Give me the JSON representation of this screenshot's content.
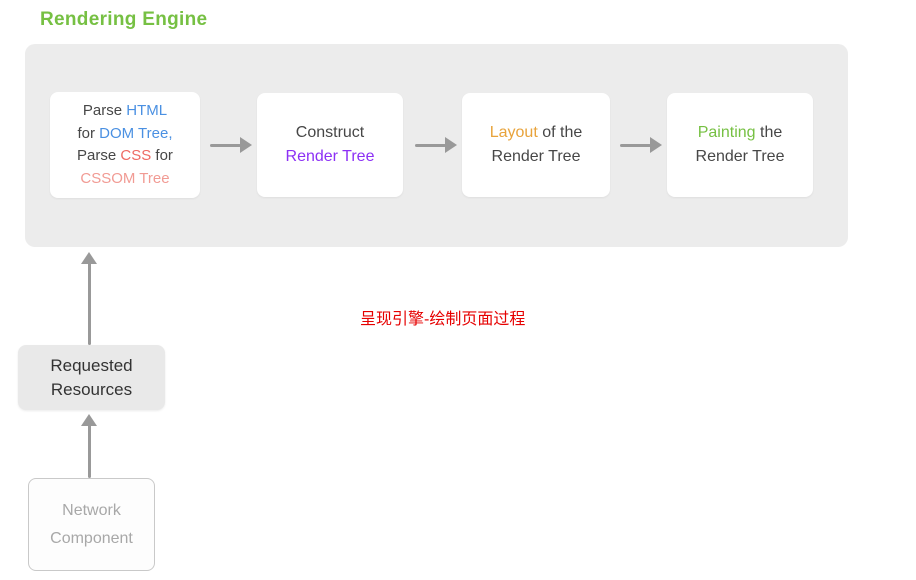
{
  "title": "Rendering Engine",
  "annotation": "呈现引擎-绘制页面过程",
  "colors": {
    "green": "#76c043",
    "blue": "#4a90e2",
    "red": "#ee6a63",
    "salmon": "#f19b94",
    "purple": "#8c30f5",
    "orange": "#e8a33b",
    "dark": "#474747",
    "gray": "#999999",
    "annotation": "#e60000",
    "container": "#ececec",
    "nodefill": "#e9e9e9",
    "mutedtext": "#a8a8a8"
  },
  "pipeline": {
    "step1": {
      "l1a": "Parse ",
      "l1b": "HTML",
      "l2a": "for ",
      "l2b": "DOM Tree,",
      "l3a": "Parse ",
      "l3b": "CSS",
      "l3c": " for",
      "l4": "CSSOM Tree"
    },
    "step2": {
      "l1": "Construct",
      "l2": "Render Tree"
    },
    "step3": {
      "l1a": "Layout",
      "l1b": " of the",
      "l2": "Render Tree"
    },
    "step4": {
      "l1a": "Painting",
      "l1b": " the",
      "l2": "Render Tree"
    }
  },
  "nodes": {
    "requested_resources": "Requested\nResources",
    "network_component": "Network\nComponent"
  }
}
